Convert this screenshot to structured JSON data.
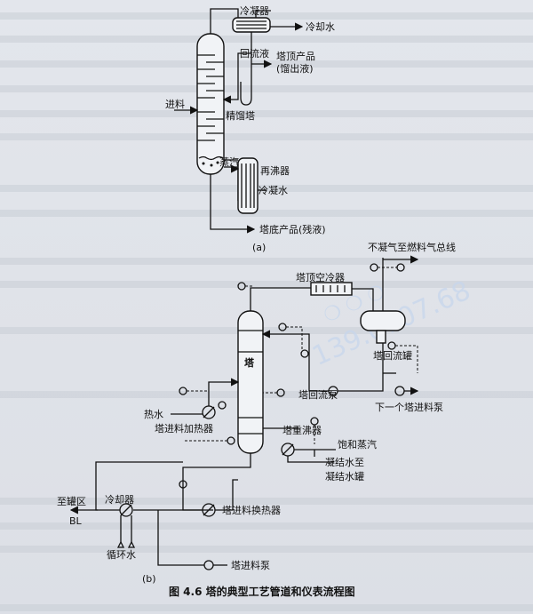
{
  "diagram_a": {
    "condenser": "冷凝器",
    "cooling_water": "冷却水",
    "reflux": "回流液",
    "top_product_line1": "塔顶产品",
    "top_product_line2": "(馏出液)",
    "feed": "进料",
    "column": "精馏塔",
    "steam": "蒸汽",
    "reboiler": "再沸器",
    "condensate": "冷凝水",
    "bottom_product": "塔底产品(残液)",
    "sub_label": "(a)"
  },
  "diagram_b": {
    "noncondensable": "不凝气至燃料气总线",
    "overhead_condenser": "塔顶空冷器",
    "reflux_drum": "塔回流罐",
    "tower": "塔",
    "hot_water": "热水",
    "feed_heater": "塔进料加热器",
    "reflux_pump": "塔回流泵",
    "next_feed_pump": "下一个塔进料泵",
    "reboiler": "塔重沸器",
    "saturated_steam": "饱和蒸汽",
    "condensate_line1": "凝结水至",
    "condensate_line2": "凝结水罐",
    "to_tank": "至罐区",
    "bl": "BL",
    "cooler": "冷却器",
    "feed_exchanger": "塔进料换热器",
    "circulating_water": "循环水",
    "feed_pump": "塔进料泵",
    "sub_label": "(b)"
  },
  "caption": "图 4.6   塔的典型工艺管道和仪表流程图",
  "watermark": "139.0707.68"
}
